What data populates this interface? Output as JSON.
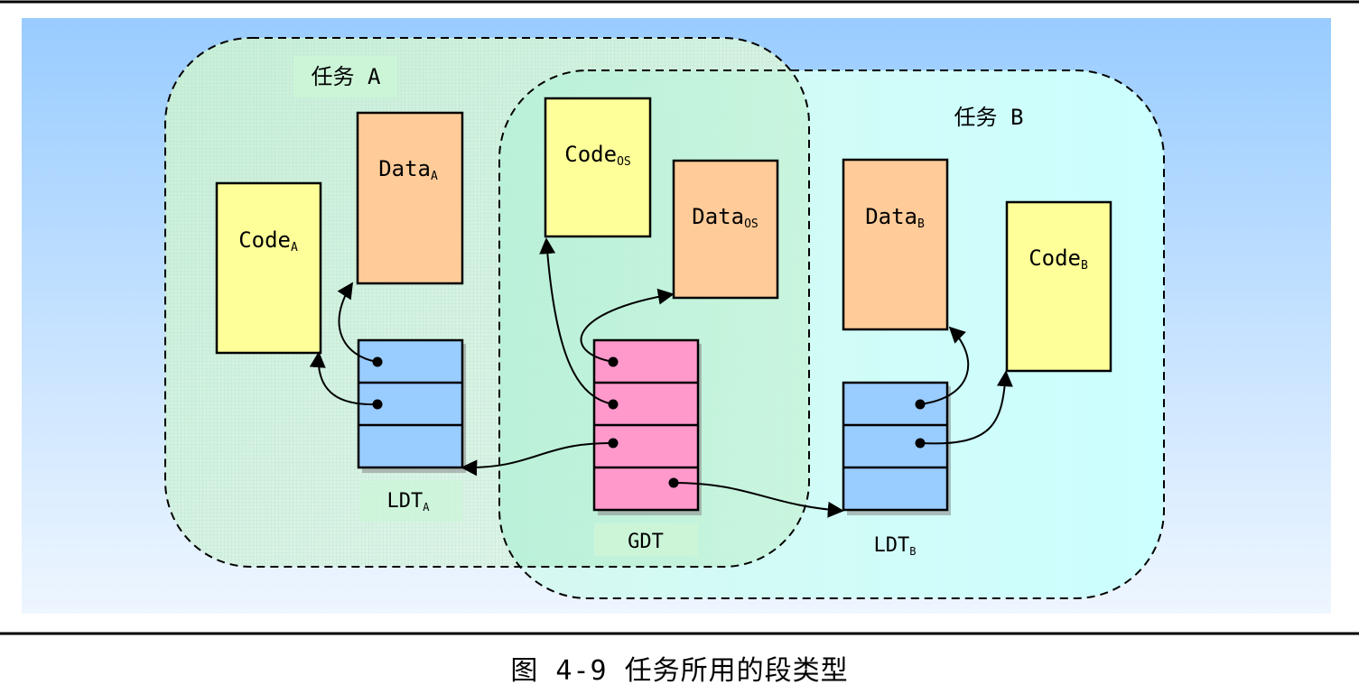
{
  "figure": {
    "task_a_label": "任务 A",
    "task_b_label": "任务 B",
    "segments": {
      "code_a": {
        "base": "Code",
        "sub": "A"
      },
      "data_a": {
        "base": "Data",
        "sub": "A"
      },
      "code_os": {
        "base": "Code",
        "sub": "OS"
      },
      "data_os": {
        "base": "Data",
        "sub": "OS"
      },
      "data_b": {
        "base": "Data",
        "sub": "B"
      },
      "code_b": {
        "base": "Code",
        "sub": "B"
      }
    },
    "tables": {
      "ldt_a": {
        "base": "LDT",
        "sub": "A"
      },
      "gdt": {
        "base": "GDT",
        "sub": ""
      },
      "ldt_b": {
        "base": "LDT",
        "sub": "B"
      }
    },
    "colors": {
      "code_segment": "#FFFF99",
      "data_segment": "#FFCC99",
      "ldt": "#99CCFF",
      "gdt": "#FF99CC",
      "label_bg": "#CCFFCC",
      "background_top": "#99CCFF",
      "background_bottom": "#EEF6FF"
    }
  },
  "caption": "图 4-9 任务所用的段类型"
}
